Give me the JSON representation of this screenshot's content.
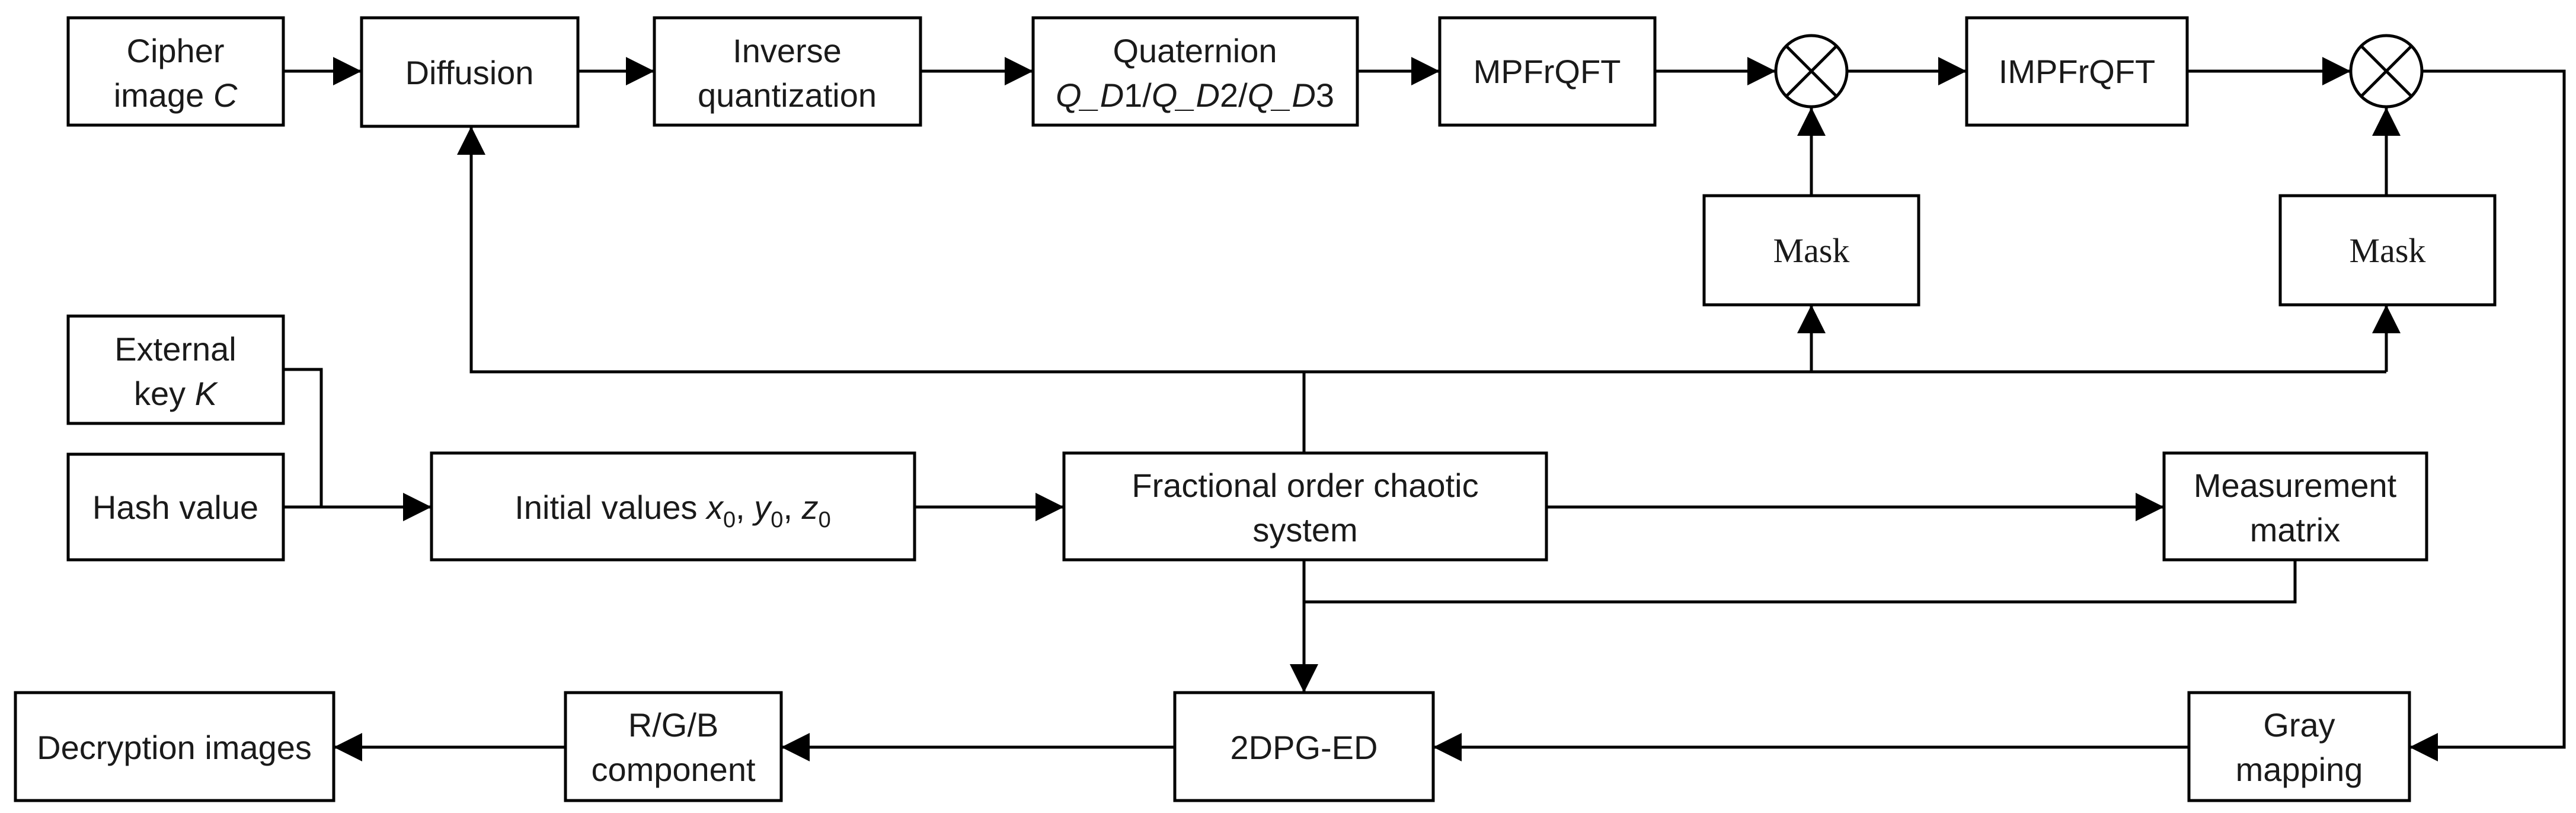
{
  "nodes": {
    "cipher_line1": "Cipher",
    "cipher_line2_text": "image ",
    "cipher_line2_var": "C",
    "diffusion": "Diffusion",
    "inverse_line1": "Inverse",
    "inverse_line2": "quantization",
    "quat_line1": "Quaternion",
    "quat_q": "Q",
    "quat_d": "_D",
    "quat_1": "1/",
    "quat_2": "2/",
    "quat_3": "3",
    "mpfrqft": "MPFrQFT",
    "impfrqft": "IMPFrQFT",
    "mask_left": "Mask",
    "mask_right": "Mask",
    "ext_line1": "External",
    "ext_line2_text": "key ",
    "ext_line2_var": "K",
    "hash": "Hash value",
    "init_prefix": "Initial values ",
    "init_x": "x",
    "init_y": "y",
    "init_z": "z",
    "init_sub": "0",
    "init_sep": ", ",
    "chaos_line1": "Fractional order chaotic",
    "chaos_line2": "system",
    "meas_line1": "Measurement",
    "meas_line2": "matrix",
    "decrypt": "Decryption images",
    "rgb_line1": "R/G/B",
    "rgb_line2": "component",
    "dpg": "2DPG-ED",
    "gray_line1": "Gray",
    "gray_line2": "mapping"
  }
}
